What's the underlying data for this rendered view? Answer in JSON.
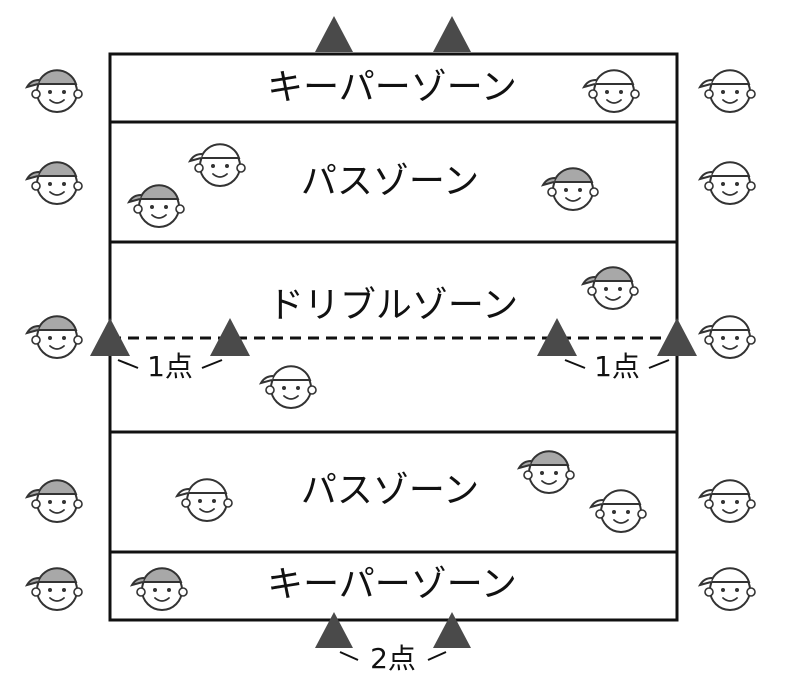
{
  "zones": {
    "top_keeper": "キーパーゾーン",
    "top_pass": "パスゾーン",
    "dribble": "ドリブルゾーン",
    "bottom_pass": "パスゾーン",
    "bottom_keeper": "キーパーゾーン"
  },
  "scoring": {
    "left_goal": "1点",
    "right_goal": "1点",
    "bottom_goal": "2点"
  },
  "colors": {
    "cap_team_a": "#a8a8a8",
    "cap_team_b": "#ffffff",
    "cone": "#4a4a4a",
    "line": "#111111"
  },
  "icons": {
    "player": "player-face-icon",
    "cone": "cone-triangle-icon"
  }
}
